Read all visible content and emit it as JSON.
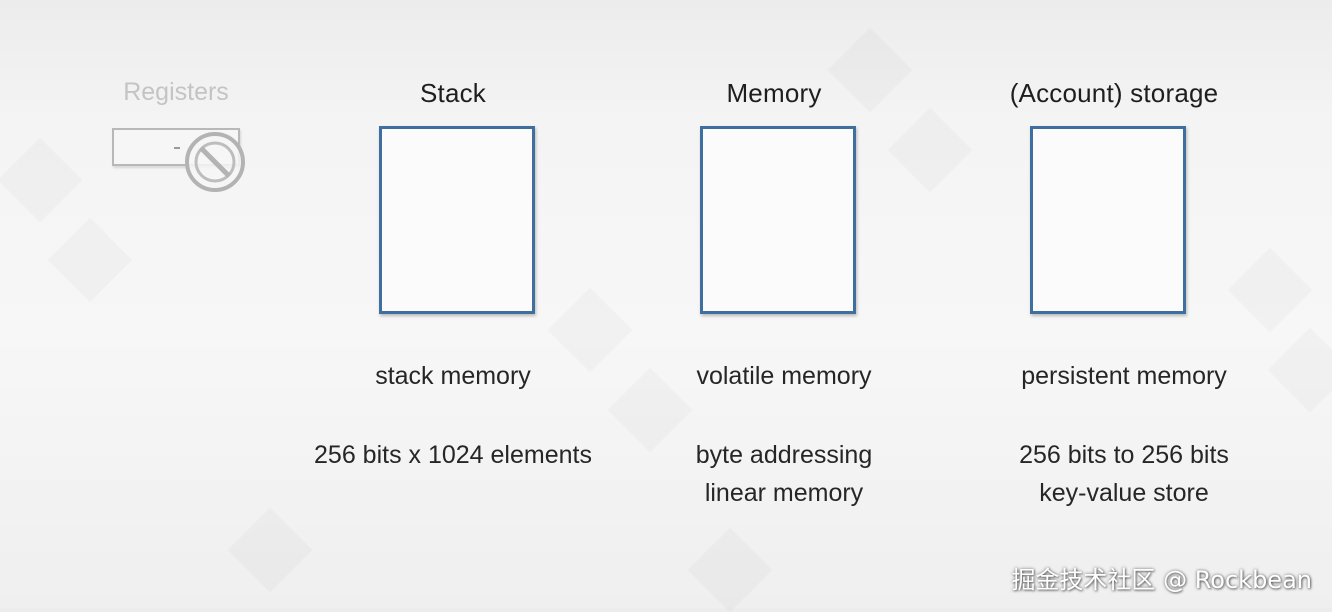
{
  "registers": {
    "title": "Registers",
    "prohibited_icon": "prohibited-icon"
  },
  "columns": [
    {
      "title": "Stack",
      "description": "stack memory",
      "details": [
        "256 bits x 1024 elements"
      ]
    },
    {
      "title": "Memory",
      "description": "volatile memory",
      "details": [
        "byte addressing",
        "linear memory"
      ]
    },
    {
      "title": "(Account) storage",
      "description": "persistent memory",
      "details": [
        "256 bits to 256 bits",
        "key-value store"
      ]
    }
  ],
  "colors": {
    "box_border": "#3e6f9e",
    "registers_gray": "#c4c4c4"
  },
  "credit": "掘金技术社区 @ Rockbean"
}
